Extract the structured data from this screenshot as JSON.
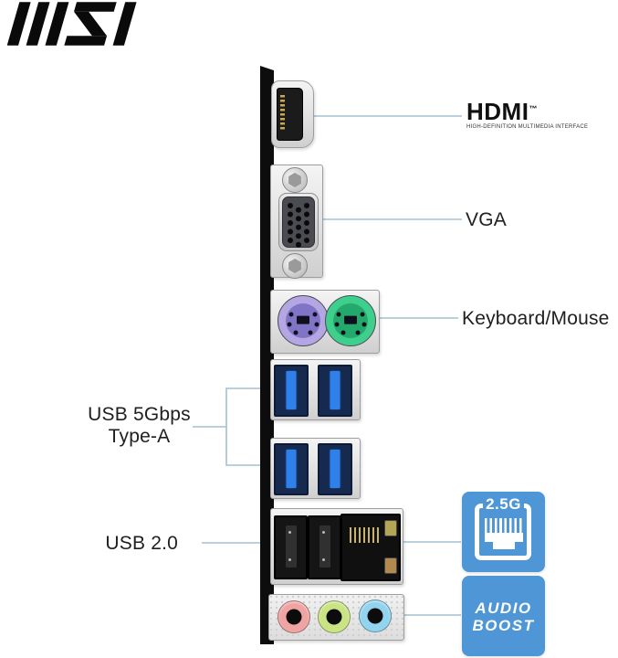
{
  "brand": {
    "name": "MSI"
  },
  "diagram": {
    "hdmi": {
      "label": "HDMI",
      "tm": "™",
      "sub": "HIGH-DEFINITION MULTIMEDIA INTERFACE"
    },
    "vga": {
      "label": "VGA"
    },
    "ps2": {
      "label": "Keyboard/Mouse"
    },
    "usb3": {
      "label_line1": "USB 5Gbps",
      "label_line2": "Type-A"
    },
    "usb2": {
      "label": "USB 2.0"
    }
  },
  "badges": {
    "lan": {
      "text": "2.5G"
    },
    "audio": {
      "line1": "AUDIO",
      "line2": "BOOST"
    }
  },
  "colors": {
    "badge_blue": "#4f96d6",
    "callout_line": "#a4c0cd",
    "callout_dot": "#4a8fd2",
    "ps2_keyboard": "#b3a6e2",
    "ps2_mouse": "#3fcf8d",
    "usb3_tongue": "#2f80e8",
    "audio_mic_pink": "#f0a3a3",
    "audio_lineout_green": "#cbe483",
    "audio_linein_blue": "#92d4ef"
  }
}
